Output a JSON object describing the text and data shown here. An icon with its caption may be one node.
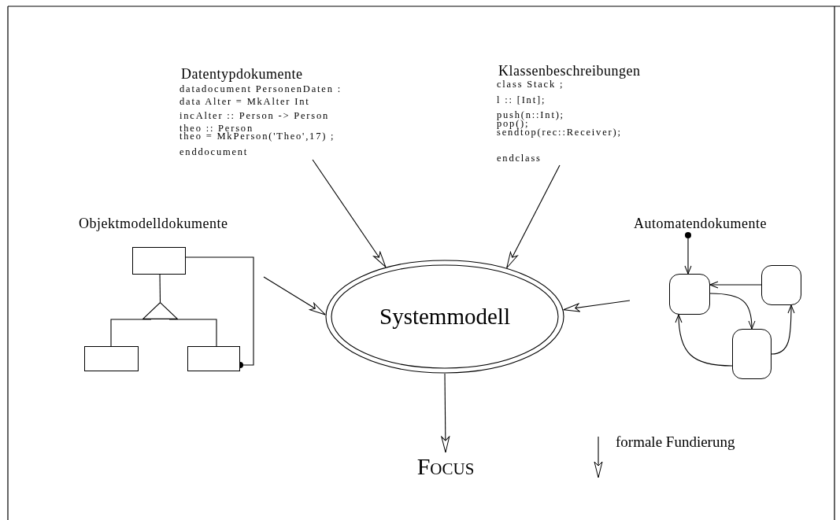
{
  "diagram": {
    "nodes": [
      {
        "text": [
          "Datentypdokumente",
          "datadocument PersonenDaten :",
          "data Alter = MkAlter Int",
          "incAlter :: Person -> Person",
          "theo :: Person",
          "theo = MkPerson('Theo',17) ;",
          "enddocument"
        ]
      },
      {
        "text": [
          "Klassenbeschreibungen",
          "class Stack ;",
          "l :: [Int];",
          "push(n::Int);",
          "pop();",
          "sendtop(rec::Receiver);",
          "endclass"
        ]
      },
      {
        "text": [
          "Objektmodelldokumente"
        ]
      },
      {
        "text": [],
        "shape": "box",
        "in": 2
      },
      {
        "text": [],
        "shape": "triangle",
        "in": 2
      },
      {
        "text": [],
        "shape": "box",
        "in": 2
      },
      {
        "text": [],
        "shape": "box",
        "in": 2
      },
      {
        "text": [
          "Systemmodell"
        ]
      },
      {
        "text": [
          "Automatendokumente"
        ]
      },
      {
        "text": [],
        "shape": "circle",
        "in": 8
      },
      {
        "text": [],
        "shape": "box",
        "in": 8
      },
      {
        "text": [],
        "shape": "box",
        "in": 8
      },
      {
        "text": [],
        "shape": "box",
        "in": 8
      },
      {
        "text": [
          "Focus"
        ]
      }
    ],
    "edges": [
      {
        "from": 0,
        "to": 7,
        "arrow": "to"
      },
      {
        "from": 1,
        "to": 7,
        "arrow": "to"
      },
      {
        "from": 2,
        "to": 7,
        "arrow": "to"
      },
      {
        "from": 8,
        "to": 7,
        "arrow": "to"
      },
      {
        "from": 7,
        "to": 13,
        "arrow": "to"
      },
      {
        "from": 3,
        "to": 4,
        "arrow": "none"
      },
      {
        "from": 4,
        "to": 5,
        "arrow": "none"
      },
      {
        "from": 4,
        "to": 6,
        "arrow": "none"
      },
      {
        "from": 3,
        "to": 6,
        "arrow": "other"
      },
      {
        "from": 9,
        "to": 10,
        "arrow": "to"
      },
      {
        "from": 11,
        "to": 10,
        "arrow": "to"
      },
      {
        "from": 10,
        "to": 12,
        "arrow": "to"
      },
      {
        "from": 12,
        "to": 10,
        "arrow": "to"
      },
      {
        "from": 12,
        "to": 11,
        "arrow": "to"
      }
    ],
    "legend": [
      {
        "text": "formale Fundierung"
      }
    ]
  }
}
